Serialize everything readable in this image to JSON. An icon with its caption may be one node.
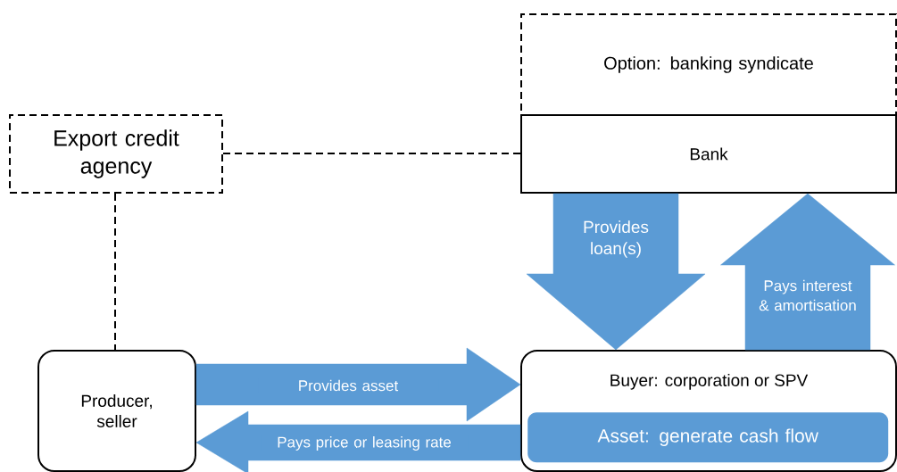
{
  "diagram": {
    "nodes": [
      {
        "text": [
          "Option: banking syndicate"
        ]
      },
      {
        "text": [
          "Bank"
        ]
      },
      {
        "text": [
          "Export credit agency"
        ]
      },
      {
        "text": [
          "Producer, seller"
        ]
      },
      {
        "text": [
          "Buyer: corporation or SPV"
        ]
      },
      {
        "text": [
          "Asset: generate cash flow"
        ],
        "in": 4
      }
    ],
    "edges": [
      {
        "from": 2,
        "to": 1,
        "arrow": "none",
        "style": "dashed",
        "color": "#000000"
      },
      {
        "from": 2,
        "to": 3,
        "arrow": "none",
        "style": "dashed",
        "color": "#000000"
      },
      {
        "from": 1,
        "to": 4,
        "arrow": "to",
        "label": "Provides loan(s)",
        "style": "thick"
      },
      {
        "from": 4,
        "to": 1,
        "arrow": "to",
        "label": "Pays interest & amortisation",
        "style": "thick"
      },
      {
        "from": 3,
        "to": 4,
        "arrow": "to",
        "label": "Provides asset",
        "style": "thick"
      },
      {
        "from": 4,
        "to": 3,
        "arrow": "to",
        "label": "Pays price or leasing rate",
        "style": "thick"
      }
    ]
  }
}
